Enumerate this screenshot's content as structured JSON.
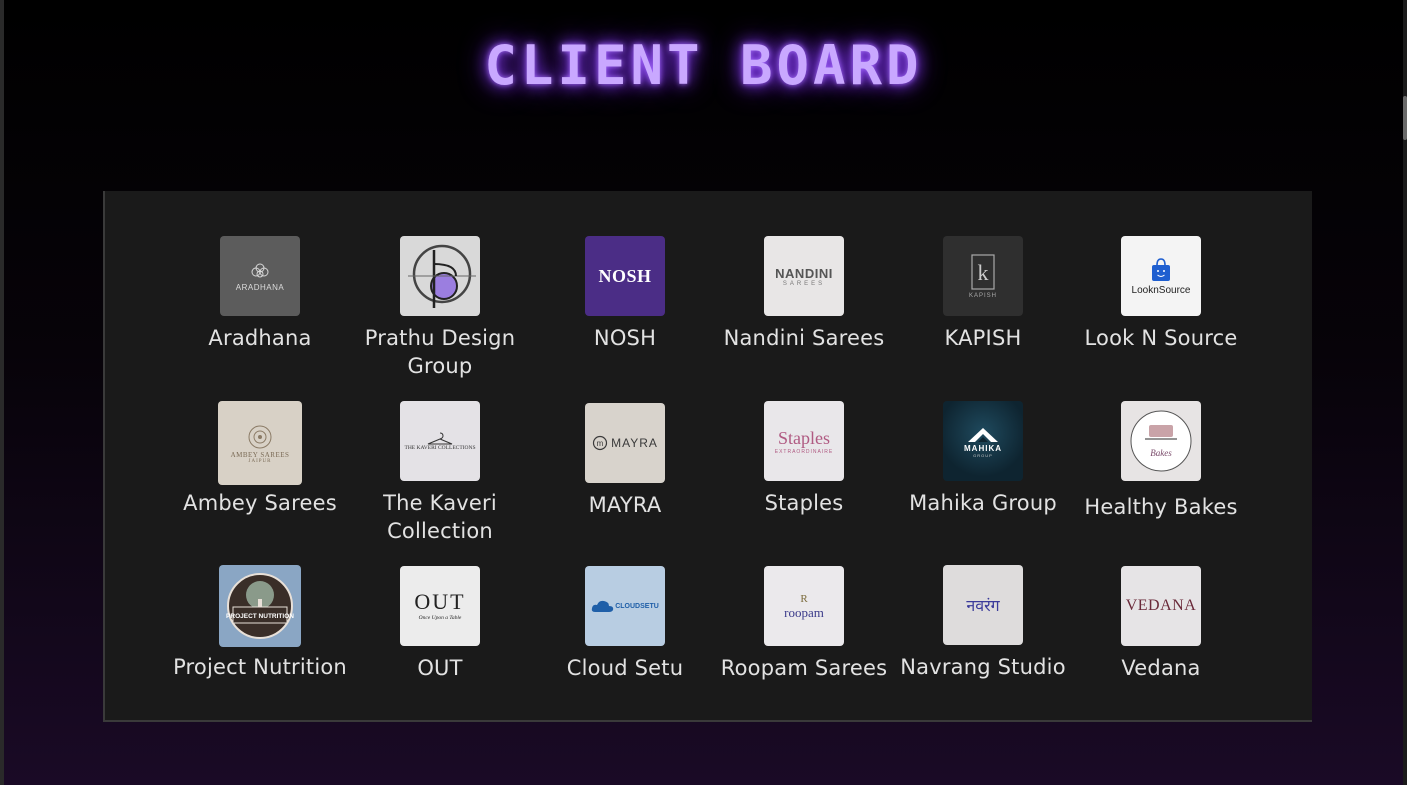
{
  "title": "CLIENT BOARD",
  "clients": [
    {
      "name": "Aradhana",
      "logo": {
        "icon": "lotus-icon",
        "text": "ARADHANA",
        "bg": "#5c5c5c",
        "fg": "#dcdcdc"
      }
    },
    {
      "name": "Prathu Design Group",
      "logo": {
        "icon": "circle-p-icon",
        "text": "",
        "bg": "#d9d9d9",
        "fg": "#333333"
      }
    },
    {
      "name": "NOSH",
      "logo": {
        "icon": "",
        "text": "NOSH",
        "bg": "#4b2d86",
        "fg": "#ffffff"
      }
    },
    {
      "name": "Nandini Sarees",
      "logo": {
        "icon": "",
        "text": "NANDINI",
        "sub": "SAREES",
        "bg": "#e8e6e6",
        "fg": "#555555"
      }
    },
    {
      "name": "KAPISH",
      "logo": {
        "icon": "k-frame-icon",
        "text": "KAPISH",
        "bg": "#2f2f2f",
        "fg": "#bbbbbb"
      }
    },
    {
      "name": "Look N Source",
      "logo": {
        "icon": "shopping-bag-icon",
        "text": "LooknSource",
        "bg": "#f4f4f4",
        "fg": "#222222"
      }
    },
    {
      "name": "Ambey Sarees",
      "logo": {
        "icon": "mandala-icon",
        "text": "AMBEY SAREES",
        "sub": "JAIPUR",
        "bg": "#d8d1c6",
        "fg": "#7a6a55"
      }
    },
    {
      "name": "The Kaveri Collection",
      "logo": {
        "icon": "hanger-icon",
        "text": "THE KAVERI COLLECTIONS",
        "bg": "#e4e2e6",
        "fg": "#333333"
      }
    },
    {
      "name": "MAYRA",
      "logo": {
        "icon": "m-circle-icon",
        "text": "MAYRA",
        "bg": "#d8d3cc",
        "fg": "#3a3a3a"
      }
    },
    {
      "name": "Staples",
      "logo": {
        "icon": "",
        "text": "Staples",
        "sub": "EXTRAORDINAIRE",
        "bg": "#e9e7ea",
        "fg": "#b05a82"
      }
    },
    {
      "name": "Mahika Group",
      "logo": {
        "icon": "mahika-m-icon",
        "text": "MAHIKA",
        "sub": "GROUP",
        "bg": "#0e2430",
        "fg": "#ffffff"
      }
    },
    {
      "name": "Healthy Bakes",
      "logo": {
        "icon": "cake-stand-icon",
        "text": "Bakes",
        "bg": "#e7e4e4",
        "fg": "#7a4a6a"
      }
    },
    {
      "name": "Project Nutrition",
      "logo": {
        "icon": "tree-icon",
        "text": "PROJECT NUTRITION",
        "bg": "#8aa6c4",
        "fg": "#ffffff"
      }
    },
    {
      "name": "OUT",
      "logo": {
        "icon": "",
        "text": "OUT",
        "sub": "Once Upon a Table",
        "bg": "#ececec",
        "fg": "#222222"
      }
    },
    {
      "name": "Cloud Setu",
      "logo": {
        "icon": "cloud-icon",
        "text": "CLOUDSETU",
        "bg": "#b8cde2",
        "fg": "#1f5fa8"
      }
    },
    {
      "name": "Roopam Sarees",
      "logo": {
        "icon": "rs-monogram-icon",
        "text": "roopam",
        "bg": "#ebe9ec",
        "fg": "#3a3a8a"
      }
    },
    {
      "name": "Navrang Studio",
      "logo": {
        "icon": "",
        "text": "नवरंग",
        "bg": "#dedcdc",
        "fg": "#3a3a9a"
      }
    },
    {
      "name": "Vedana",
      "logo": {
        "icon": "",
        "text": "VEDANA",
        "bg": "#e6e4e6",
        "fg": "#6a2a3a"
      }
    }
  ]
}
